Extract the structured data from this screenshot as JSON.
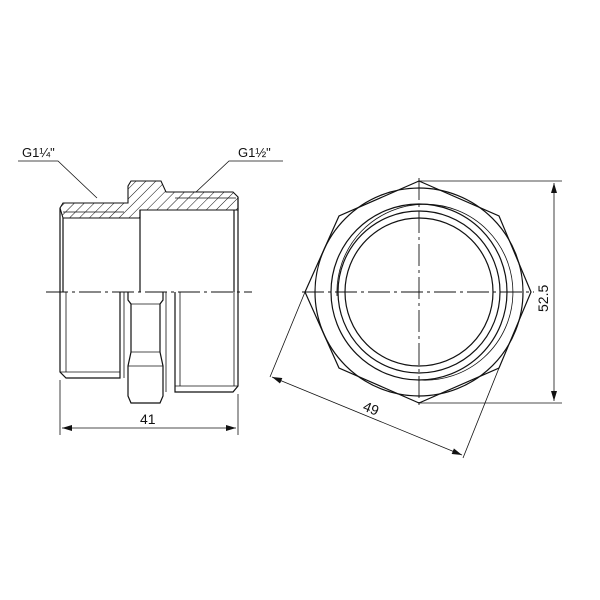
{
  "drawing": {
    "title": "Pipe fitting adapter (hex nipple) technical drawing",
    "side_view": {
      "thread_left_label": "G1¼\"",
      "thread_right_label": "G1½\"",
      "length_dimension": "41"
    },
    "end_view": {
      "across_corners_dimension": "52.5",
      "across_flats_dimension": "49"
    },
    "colors": {
      "line": "#111111",
      "background": "#ffffff"
    }
  }
}
